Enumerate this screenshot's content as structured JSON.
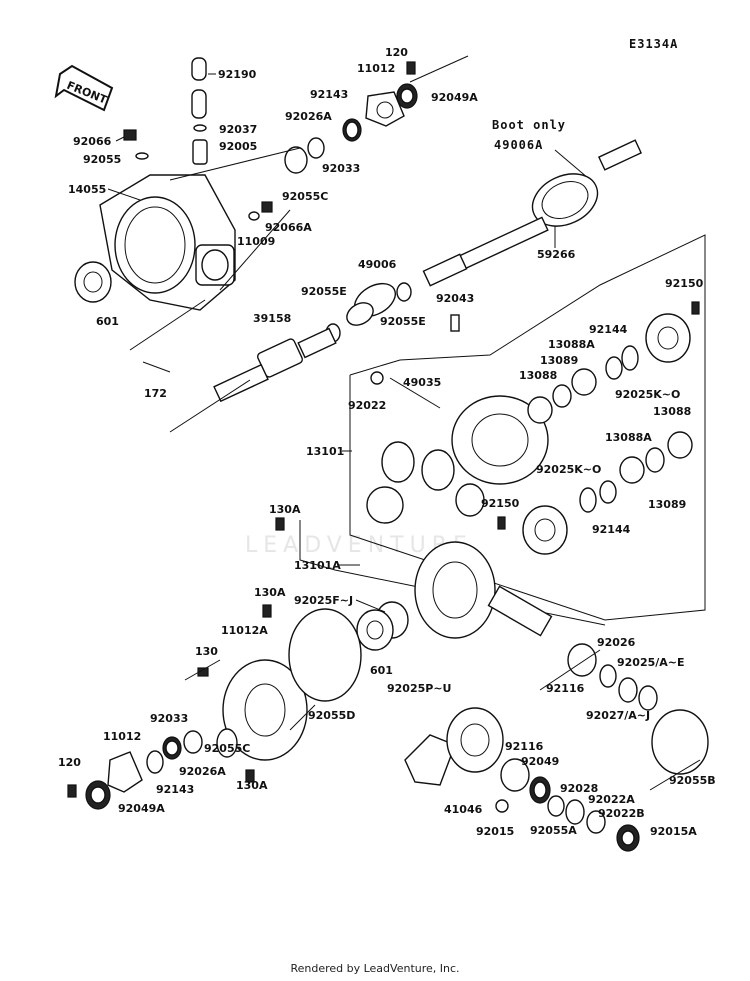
{
  "diagram_code": "E3134A",
  "front_marker": "FRONT",
  "watermark": "LEADVENTURE",
  "boot_note": {
    "line1": "Boot only",
    "line2": "49006A"
  },
  "footer": "Rendered by LeadVenture, Inc.",
  "labels": [
    "92190",
    "92037",
    "92005",
    "92066",
    "92055",
    "14055",
    "601",
    "11012",
    "120",
    "92143",
    "92026A",
    "92033",
    "92049A",
    "92055C",
    "92066A",
    "11009",
    "49006",
    "92055E",
    "92055E",
    "39158",
    "172",
    "92043",
    "49035",
    "92022",
    "13101",
    "59266",
    "92150",
    "92144",
    "13088A",
    "13089",
    "13088",
    "92025K~O",
    "13088",
    "13088A",
    "92025K~O",
    "13089",
    "92144",
    "92150",
    "130A",
    "13101A",
    "130A",
    "92025F~J",
    "11012A",
    "130",
    "601",
    "92055D",
    "92033",
    "92026A",
    "92055C",
    "130A",
    "11012",
    "120",
    "92143",
    "92049A",
    "92026",
    "92025/A~E",
    "92027/A~J",
    "92116",
    "92055B",
    "92025P~U",
    "92116",
    "92049",
    "41046",
    "92015",
    "92055A",
    "92028",
    "92022A",
    "92022B",
    "92015A"
  ]
}
